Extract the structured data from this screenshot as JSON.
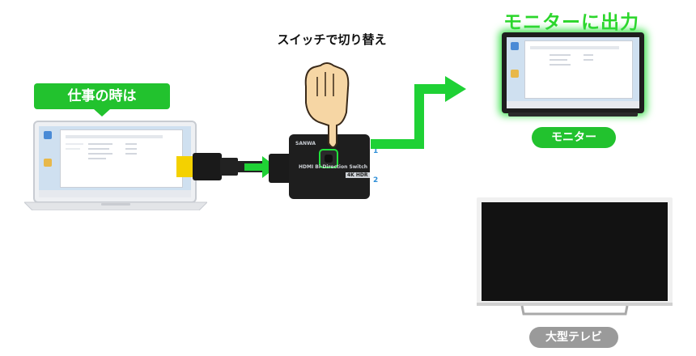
{
  "labels": {
    "work_label": "仕事の時は",
    "switch_caption": "スイッチで切り替え",
    "output_headline": "モニターに出力",
    "monitor_label": "モニター",
    "tv_label": "大型テレビ"
  },
  "switch_box": {
    "logo": "SANWA",
    "product_text": "HDMI Bi-Direction Switch",
    "badge": "4K HDR",
    "port_1": "1",
    "port_2": "2"
  },
  "colors": {
    "accent_green": "#22c22e",
    "arrow_green": "#1fd135",
    "headline_green": "#2bd62b",
    "pill_gray": "#9a9a9a",
    "switch_body": "#1e1e1e"
  },
  "icons": [
    "hand-pointer-icon",
    "hdmi-plug-icon",
    "arrow-right-icon",
    "laptop-icon",
    "monitor-icon",
    "tv-icon"
  ]
}
